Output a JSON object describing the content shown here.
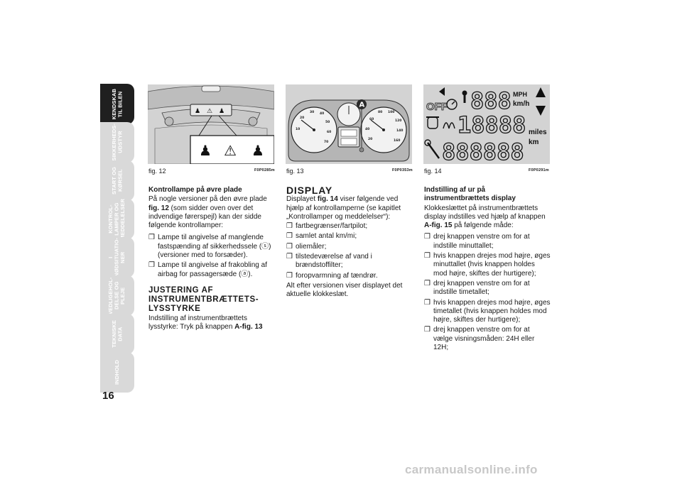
{
  "sidebar": {
    "tabs": [
      {
        "label": "KENDSKAB\nTIL BILEN",
        "active": true
      },
      {
        "label": "SIKKERHEDS-\nUDSTYR",
        "active": false
      },
      {
        "label": "START OG\nKØRSEL",
        "active": false
      },
      {
        "label": "KONTROL-\nLAMPER OG\nMEDDELELSER",
        "active": false
      },
      {
        "label": "I\nNØDSITUATIO-\nNER",
        "active": false
      },
      {
        "label": "VEDLIGEHOL-\nDELSE OG PLEJE",
        "active": false
      },
      {
        "label": "TEKNISKE\nDATA",
        "active": false
      },
      {
        "label": "INDHOLD",
        "active": false
      }
    ]
  },
  "page_number": "16",
  "figures": [
    {
      "caption": "fig. 12",
      "code": "F0P0285m"
    },
    {
      "caption": "fig. 13",
      "code": "F0P0353m",
      "marker": "A"
    },
    {
      "caption": "fig. 14",
      "code": "F0P0291m"
    }
  ],
  "display_fig": {
    "off": "OFF",
    "digits_top": "888",
    "unit_mph": "MPH",
    "unit_kmh": "km/h",
    "digits_mid": "18888",
    "unit_miles": "miles",
    "unit_km": "km",
    "digits_bottom": "888888"
  },
  "col1": {
    "heading1": "Kontrollampe på øvre plade",
    "para1_a": "På nogle versioner på den øvre plade ",
    "para1_ref": "fig. 12",
    "para1_b": " (som sidder oven over det indvendige førerspejl) kan der sidde følgende kontrollamper:",
    "item1": "Lampe til angivelse af manglende fastspænding af sikkerhedssele (ⓢ) (versioner med to forsæder).",
    "item2": "Lampe til angivelse af frakobling af airbag for passagersæde (ⓐ).",
    "heading2": "JUSTERING AF INSTRUMENTBRÆTTETS-LYSSTYRKE",
    "para2_a": "Indstilling af instrumentbrættets lysstyrke: Tryk på knappen ",
    "para2_ref": "A-fig. 13"
  },
  "col2": {
    "heading": "DISPLAY",
    "para_a": "Displayet ",
    "para_ref": "fig. 14",
    "para_b": " viser følgende ved hjælp af kontrollamperne (se kapitlet „Kontrollamper og meddelelser“):",
    "items": [
      "fartbegrænser/fartpilot;",
      "samlet antal km/mi;",
      "oliemåler;",
      "tilstedeværelse af vand i brændstoffilter;",
      "foropvarmning af tændrør."
    ],
    "para2": "Alt efter versionen viser displayet det aktuelle klokkeslæt."
  },
  "col3": {
    "heading": "Indstilling af ur på instrumentbrættets display",
    "para_a": "Klokkeslættet på instrumentbrættets display indstilles ved hjælp af knappen ",
    "para_ref": "A-fig. 15",
    "para_b": " på følgende måde:",
    "items": [
      "drej knappen venstre om for at indstille minuttallet;",
      "hvis knappen drejes mod højre, øges minuttallet (hvis knappen holdes mod højre, skiftes der hurtigere);",
      "drej knappen venstre om for at indstille timetallet;",
      "hvis knappen drejes mod højre, øges timetallet (hvis knappen holdes mod højre, skiftes der hurtigere);",
      "drej knappen venstre om for at vælge visningsmåden: 24H eller 12H;"
    ]
  },
  "bullet_glyph": "❒",
  "footer": "carmanualsonline.info"
}
